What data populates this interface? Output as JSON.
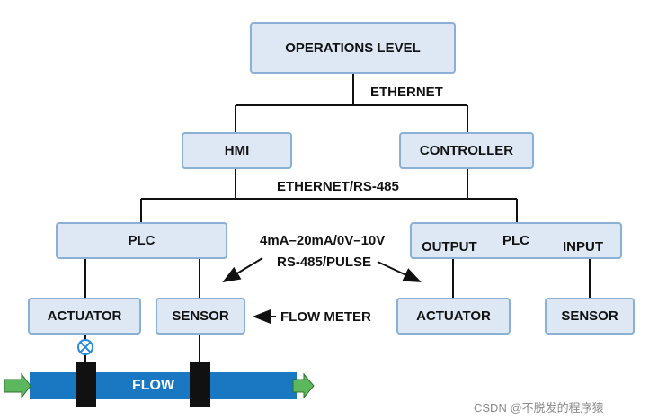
{
  "nodes": {
    "operations_level": "OPERATIONS LEVEL",
    "hmi": "HMI",
    "controller": "CONTROLLER",
    "plc_left": "PLC",
    "plc_right": "PLC",
    "plc_right_output": "OUTPUT",
    "plc_right_input": "INPUT",
    "actuator_left": "ACTUATOR",
    "sensor_left": "SENSOR",
    "actuator_right": "ACTUATOR",
    "sensor_right": "SENSOR"
  },
  "connections": {
    "ethernet": "ETHERNET",
    "ethernet_rs485": "ETHERNET/RS-485",
    "signal_line1": "4mA–20mA/0V–10V",
    "signal_line2": "RS-485/PULSE",
    "flow_meter": "FLOW METER"
  },
  "pipe": {
    "label": "FLOW"
  },
  "watermark": "CSDN @不脱发的程序猿",
  "colors": {
    "box_fill": "#dde8f4",
    "box_border": "#8ab0d4",
    "pipe_blue": "#1a78c2",
    "arrow_green": "#5cb85c",
    "line": "#111111"
  }
}
